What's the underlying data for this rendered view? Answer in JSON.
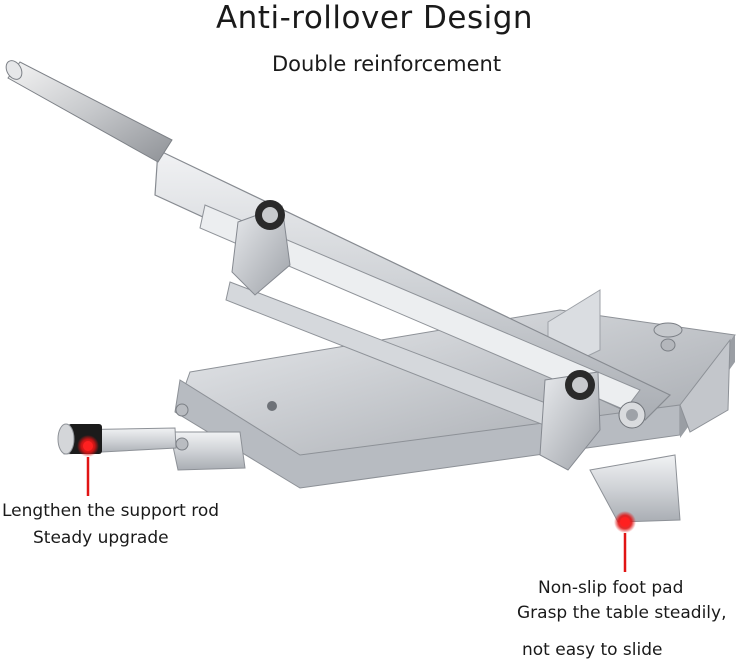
{
  "header": {
    "title": "Anti-rollover Design",
    "subtitle": "Double reinforcement"
  },
  "callouts": {
    "support_rod": {
      "line1": "Lengthen the support rod",
      "line2": "Steady upgrade"
    },
    "foot_pad": {
      "line1": "Non-slip foot pad",
      "line2": "Grasp the table steadily,",
      "line3": "not easy to slide"
    }
  },
  "colors": {
    "marker": "#e11414",
    "steel": "#c9ccd1",
    "background": "#ffffff"
  },
  "icons": [
    "slicer-product-illustration",
    "red-marker-dot"
  ]
}
